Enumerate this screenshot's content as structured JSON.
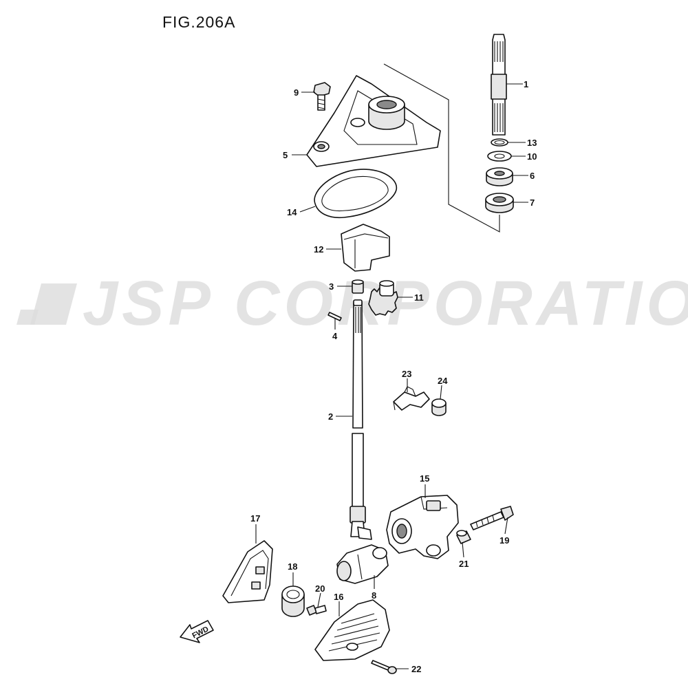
{
  "figure": {
    "title": "FIG.206A",
    "watermark": "JSP CORPORATION",
    "direction_label": "FWD"
  },
  "parts": [
    {
      "ref": "1"
    },
    {
      "ref": "2"
    },
    {
      "ref": "3"
    },
    {
      "ref": "4"
    },
    {
      "ref": "5"
    },
    {
      "ref": "6"
    },
    {
      "ref": "7"
    },
    {
      "ref": "8"
    },
    {
      "ref": "9"
    },
    {
      "ref": "10"
    },
    {
      "ref": "11"
    },
    {
      "ref": "12"
    },
    {
      "ref": "13"
    },
    {
      "ref": "14"
    },
    {
      "ref": "15"
    },
    {
      "ref": "16"
    },
    {
      "ref": "17"
    },
    {
      "ref": "18"
    },
    {
      "ref": "19"
    },
    {
      "ref": "20"
    },
    {
      "ref": "21"
    },
    {
      "ref": "22"
    },
    {
      "ref": "23"
    },
    {
      "ref": "24"
    }
  ]
}
